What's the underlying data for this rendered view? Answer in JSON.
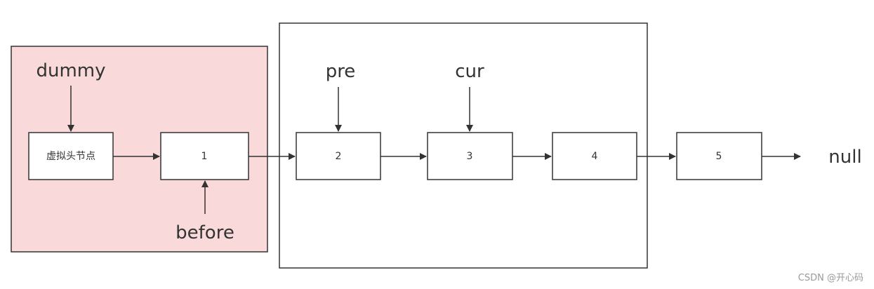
{
  "colors": {
    "dummy_region_fill": "#f9d9d9",
    "stroke": "#333333",
    "node_fill": "#ffffff"
  },
  "nodes": {
    "dummy_head": "虚拟头节点",
    "n1": "1",
    "n2": "2",
    "n3": "3",
    "n4": "4",
    "n5": "5"
  },
  "pointers": {
    "dummy": "dummy",
    "before": "before",
    "pre": "pre",
    "cur": "cur",
    "null": "null"
  },
  "watermark": "CSDN @开心码"
}
